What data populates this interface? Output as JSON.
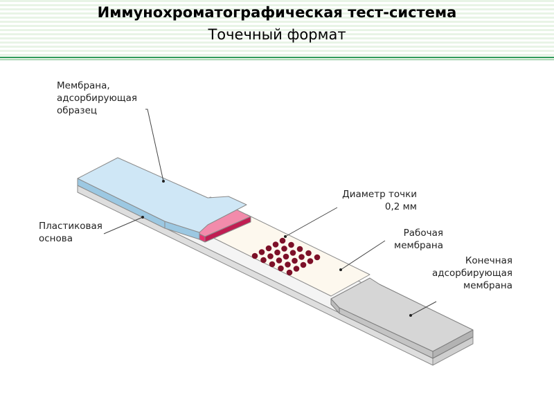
{
  "header": {
    "title": "Иммунохроматографическая тест-система",
    "subtitle": "Точечный формат"
  },
  "labels": {
    "sample_membrane": [
      "Мембрана,",
      "адсорбирующая",
      "образец"
    ],
    "plastic_base": [
      "Пластиковая",
      "основа"
    ],
    "dot_diameter": [
      "Диаметр точки",
      "0,2 мм"
    ],
    "working_membrane": [
      "Рабочая",
      "мембрана"
    ],
    "end_membrane": [
      "Конечная",
      "адсорбирующая",
      "мембрана"
    ]
  },
  "colors": {
    "sample_pad": "#cfe7f6",
    "conjugate_pad": "#e8336f",
    "working_membrane": "#fdf8ee",
    "end_pad": "#d6d6d6",
    "dots": "#7d1028",
    "base": "#f2f2f2",
    "header_line": "#2f9a5a"
  },
  "dot_grid": {
    "rows": 5,
    "cols": 5
  }
}
